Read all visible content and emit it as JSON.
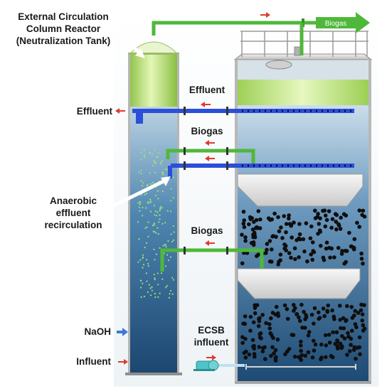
{
  "labels": {
    "title_line1": "External Circulation",
    "title_line2": "Column Reactor",
    "title_line3": "(Neutralization Tank)",
    "effluent_left": "Effluent",
    "effluent_top": "Effluent",
    "biogas_upper": "Biogas",
    "biogas_lower": "Biogas",
    "biogas_arrow": "Biogas",
    "recirc_line1": "Anaerobic",
    "recirc_line2": "effluent",
    "recirc_line3": "recirculation",
    "naoh": "NaOH",
    "influent": "Influent",
    "ecsb_line1": "ECSB",
    "ecsb_line2": "influent"
  },
  "icons": {
    "flow_arrow": "arrow",
    "biogas_outlet": "large-green-arrow",
    "pump": "pump-icon",
    "naoh_arrow": "blue-arrow"
  },
  "colors": {
    "water_top": "#c9dbe8",
    "water_bottom": "#1f4f78",
    "dome_green": "#b6e068",
    "pipe_green": "#4fb83a",
    "pipe_blue": "#2b4fd8",
    "flow_arrow": "#e03a2c",
    "naoh_arrow": "#3c78d8",
    "bubble": "#9be07a",
    "granule": "#0e0e0e",
    "settler": "#e8e8e8"
  }
}
